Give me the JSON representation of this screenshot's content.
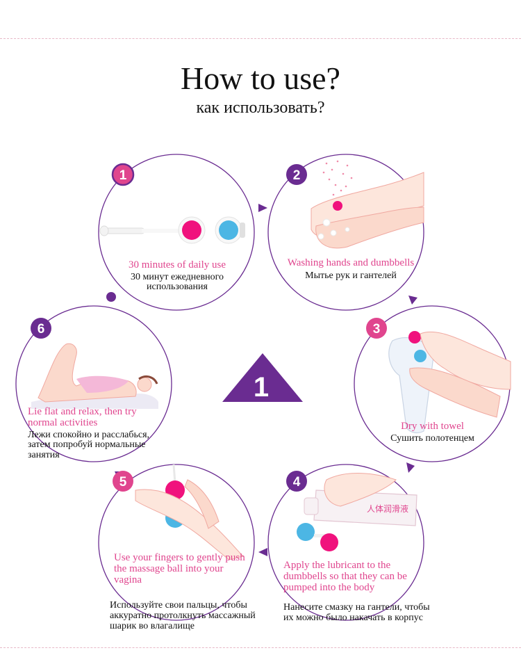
{
  "header": {
    "title": "How to use?",
    "subtitle": "как использовать?"
  },
  "center_badge": "1",
  "steps": [
    {
      "num": "1",
      "en": "30 minutes of daily use",
      "ru": "30 минут ежедневного использования"
    },
    {
      "num": "2",
      "en": "Washing hands and dumbbells",
      "ru": "Мытье рук и гантелей"
    },
    {
      "num": "3",
      "en": "Dry with towel",
      "ru": "Сушить полотенцем"
    },
    {
      "num": "4",
      "en": "Apply the lubricant to the dumbbells so that they can be pumped into the body",
      "ru": "Нанесите смазку на гантели, чтобы их можно было накачать в корпус"
    },
    {
      "num": "5",
      "en": "Use your fingers to gently push the massage ball into your vagina",
      "ru": "Используйте свои пальцы, чтобы аккуратно протолкнуть массажный шарик во влагалище"
    },
    {
      "num": "6",
      "en": "Lie flat and relax, then try normal activities",
      "ru": "Лежи спокойно и расслабься, затем попробуй нормальные занятия"
    }
  ],
  "bottle_label": "人体润滑液",
  "colors": {
    "purple": "#6a2c91",
    "pink": "#e0458e",
    "ball_pink": "#f0127d",
    "ball_blue": "#4cb6e4",
    "dash": "#e7b8c7"
  }
}
